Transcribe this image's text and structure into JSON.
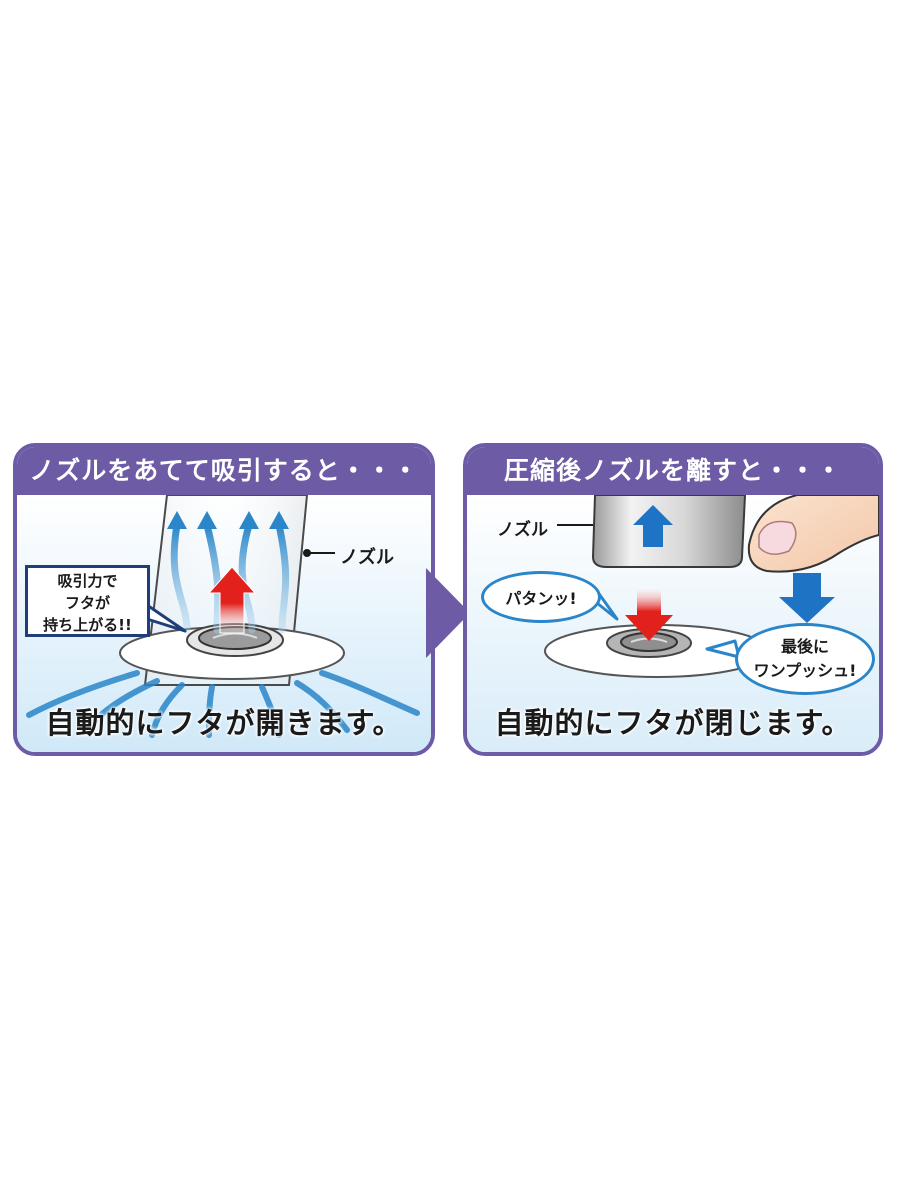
{
  "left_panel": {
    "header": "ノズルをあてて吸引すると・・・",
    "nozzle_label": "ノズル",
    "callout_lines": [
      "吸引力で",
      "フタが",
      "持ち上がる!!"
    ],
    "caption": "自動的にフタが開きます。"
  },
  "right_panel": {
    "header": "圧縮後ノズルを離すと・・・",
    "nozzle_label": "ノズル",
    "pop_bubble": "パタンッ!",
    "push_bubble_lines": [
      "最後に",
      "ワンプッシュ!"
    ],
    "caption": "自動的にフタが閉じます。"
  },
  "colors": {
    "frame": "#6d5ba6",
    "air_blue": "#2a86c8",
    "arrow_red": "#e3211c",
    "arrow_blue": "#1f73c4",
    "callout_border": "#1e3d7a"
  },
  "icons": [
    "airflow-arrow-icon",
    "red-up-arrow-icon",
    "red-down-arrow-icon",
    "blue-up-arrow-icon",
    "blue-down-arrow-icon",
    "finger-icon",
    "valve-lid-icon"
  ]
}
